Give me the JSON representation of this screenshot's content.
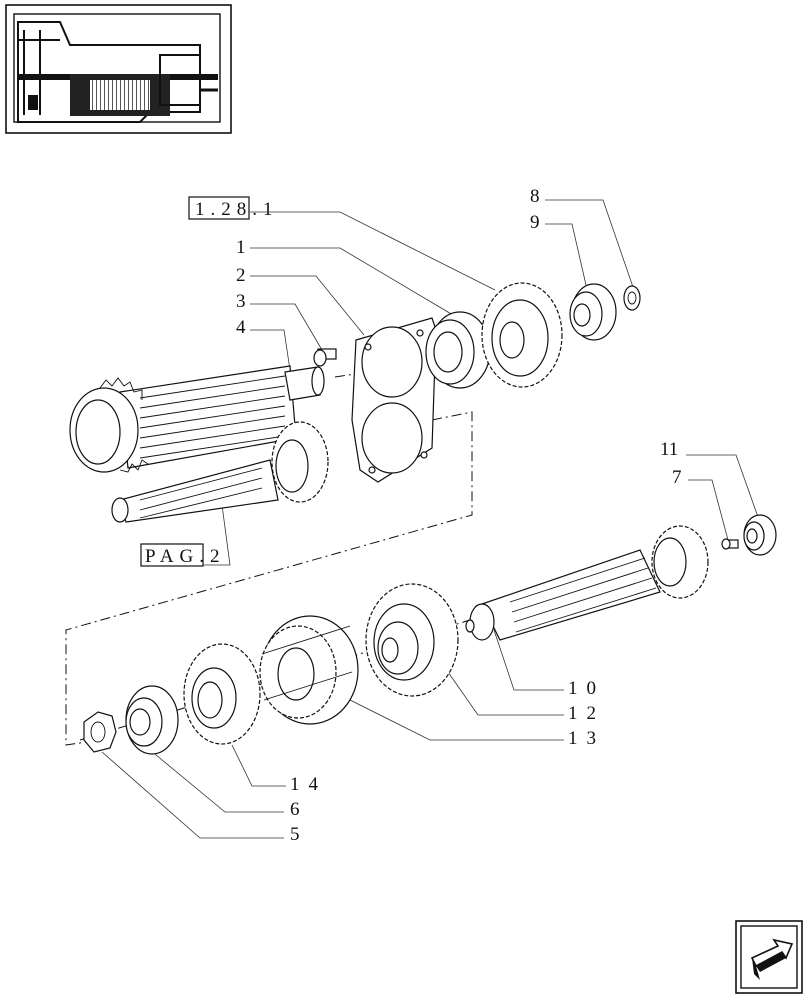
{
  "diagram": {
    "reference_label": "1.28.1",
    "page_ref_label": "PAG.2",
    "callouts": {
      "c1": "1",
      "c2": "2",
      "c3": "3",
      "c4": "4",
      "c5": "5",
      "c6": "6",
      "c7": "7",
      "c8": "8",
      "c9": "9",
      "c10": "10",
      "c11": "11",
      "c12": "12",
      "c13": "13",
      "c14": "14"
    }
  },
  "icons": {
    "thumbnail": "transmission-thumbnail-icon",
    "next_page": "next-page-arrow-icon"
  }
}
